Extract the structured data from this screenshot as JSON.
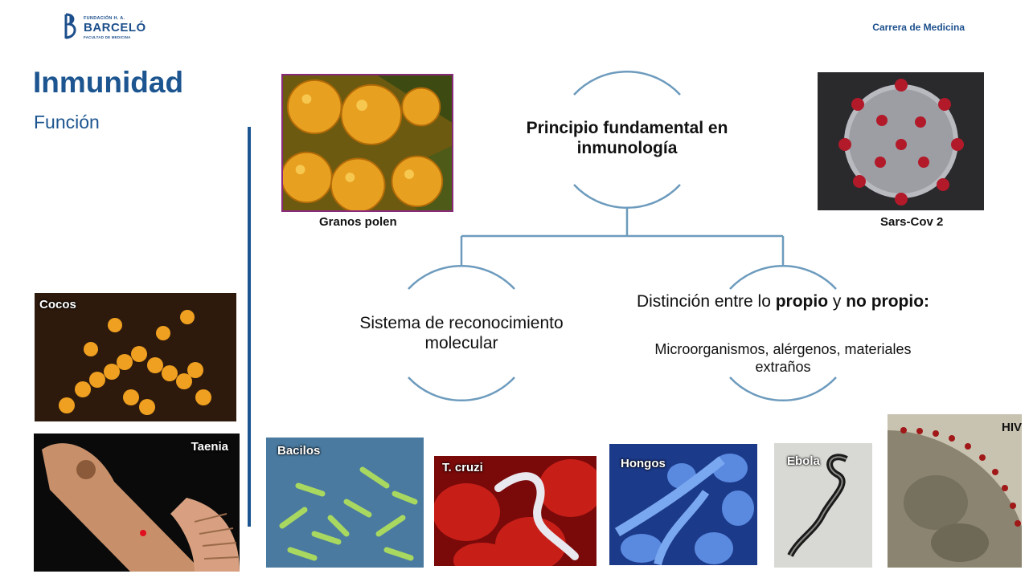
{
  "header": {
    "logo": {
      "top_line": "FUNDACIÓN H. A.",
      "name": "BARCELÓ",
      "bottom_line": "FACULTAD DE MEDICINA"
    },
    "program": "Carrera de Medicina"
  },
  "slide": {
    "title": "Inmunidad",
    "subtitle": "Función"
  },
  "diagram": {
    "center": "Principio fundamental en inmunología",
    "left": "Sistema de reconocimiento molecular",
    "right": {
      "prefix": "Distinción entre lo ",
      "bold1": "propio",
      "mid": " y ",
      "bold2": "no propio:",
      "detail": "Microorganismos, alérgenos, materiales extraños"
    }
  },
  "images": {
    "pollen": {
      "caption": "Granos polen",
      "label_color": "#e9a01a"
    },
    "sarscov2": {
      "caption": "Sars-Cov 2",
      "label_color": "#b21a2a"
    },
    "cocos": {
      "label": "Cocos"
    },
    "taenia": {
      "label": "Taenia"
    },
    "bacilos": {
      "label": "Bacilos"
    },
    "tcruzi": {
      "label": "T. cruzi"
    },
    "hongos": {
      "label": "Hongos"
    },
    "ebola": {
      "label": "Ebola"
    },
    "hiv": {
      "label": "HIV"
    }
  },
  "colors": {
    "brand_blue": "#1c5590",
    "diagram_stroke": "#6d9bbd"
  }
}
